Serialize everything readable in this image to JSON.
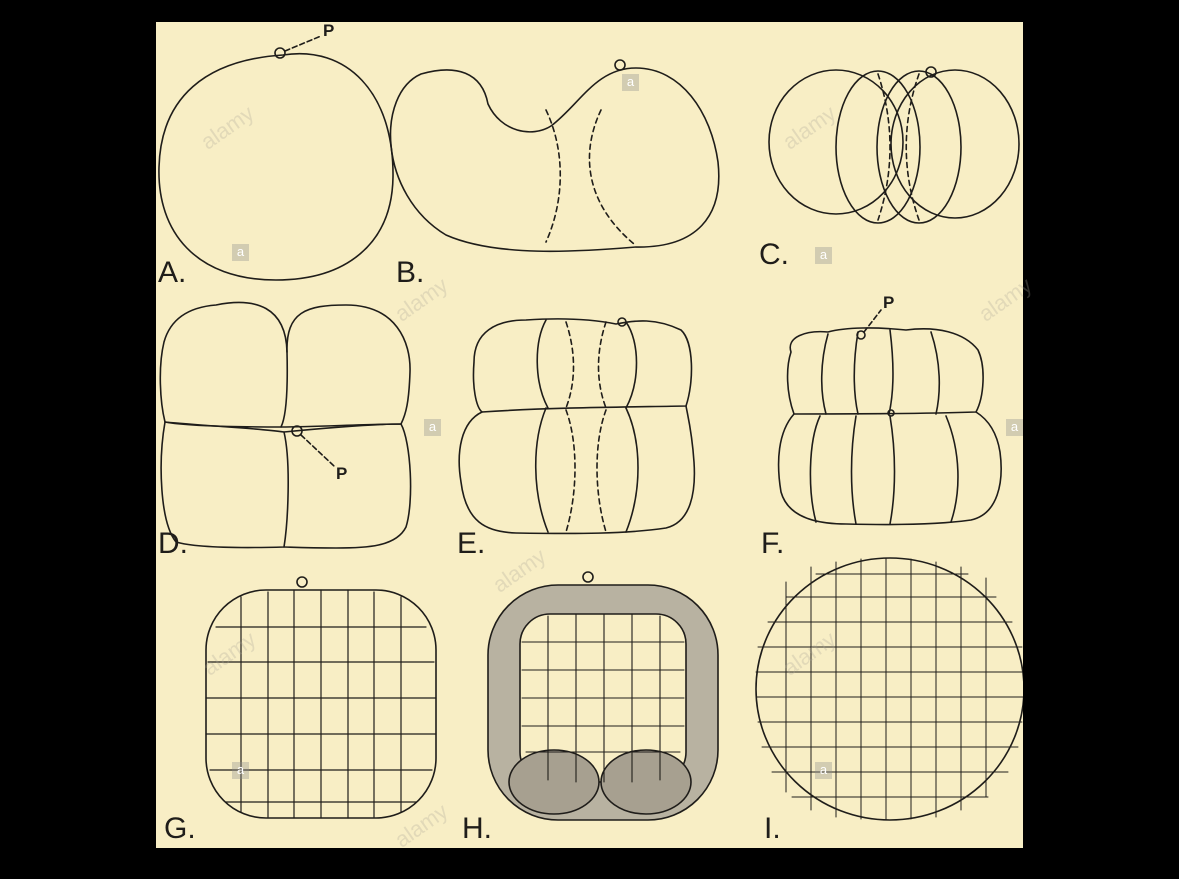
{
  "figure": {
    "panels": [
      {
        "id": "A",
        "label": "A."
      },
      {
        "id": "B",
        "label": "B."
      },
      {
        "id": "C",
        "label": "C."
      },
      {
        "id": "D",
        "label": "D."
      },
      {
        "id": "E",
        "label": "E."
      },
      {
        "id": "F",
        "label": "F."
      },
      {
        "id": "G",
        "label": "G."
      },
      {
        "id": "H",
        "label": "H."
      },
      {
        "id": "I",
        "label": "I."
      }
    ],
    "pole_labels": [
      "P",
      "P",
      "P"
    ]
  },
  "watermark": {
    "text": "alamy",
    "logo_letter": "a"
  },
  "colors": {
    "background": "#000000",
    "paper": "#f8eec5",
    "ink": "#1f1d1a"
  }
}
